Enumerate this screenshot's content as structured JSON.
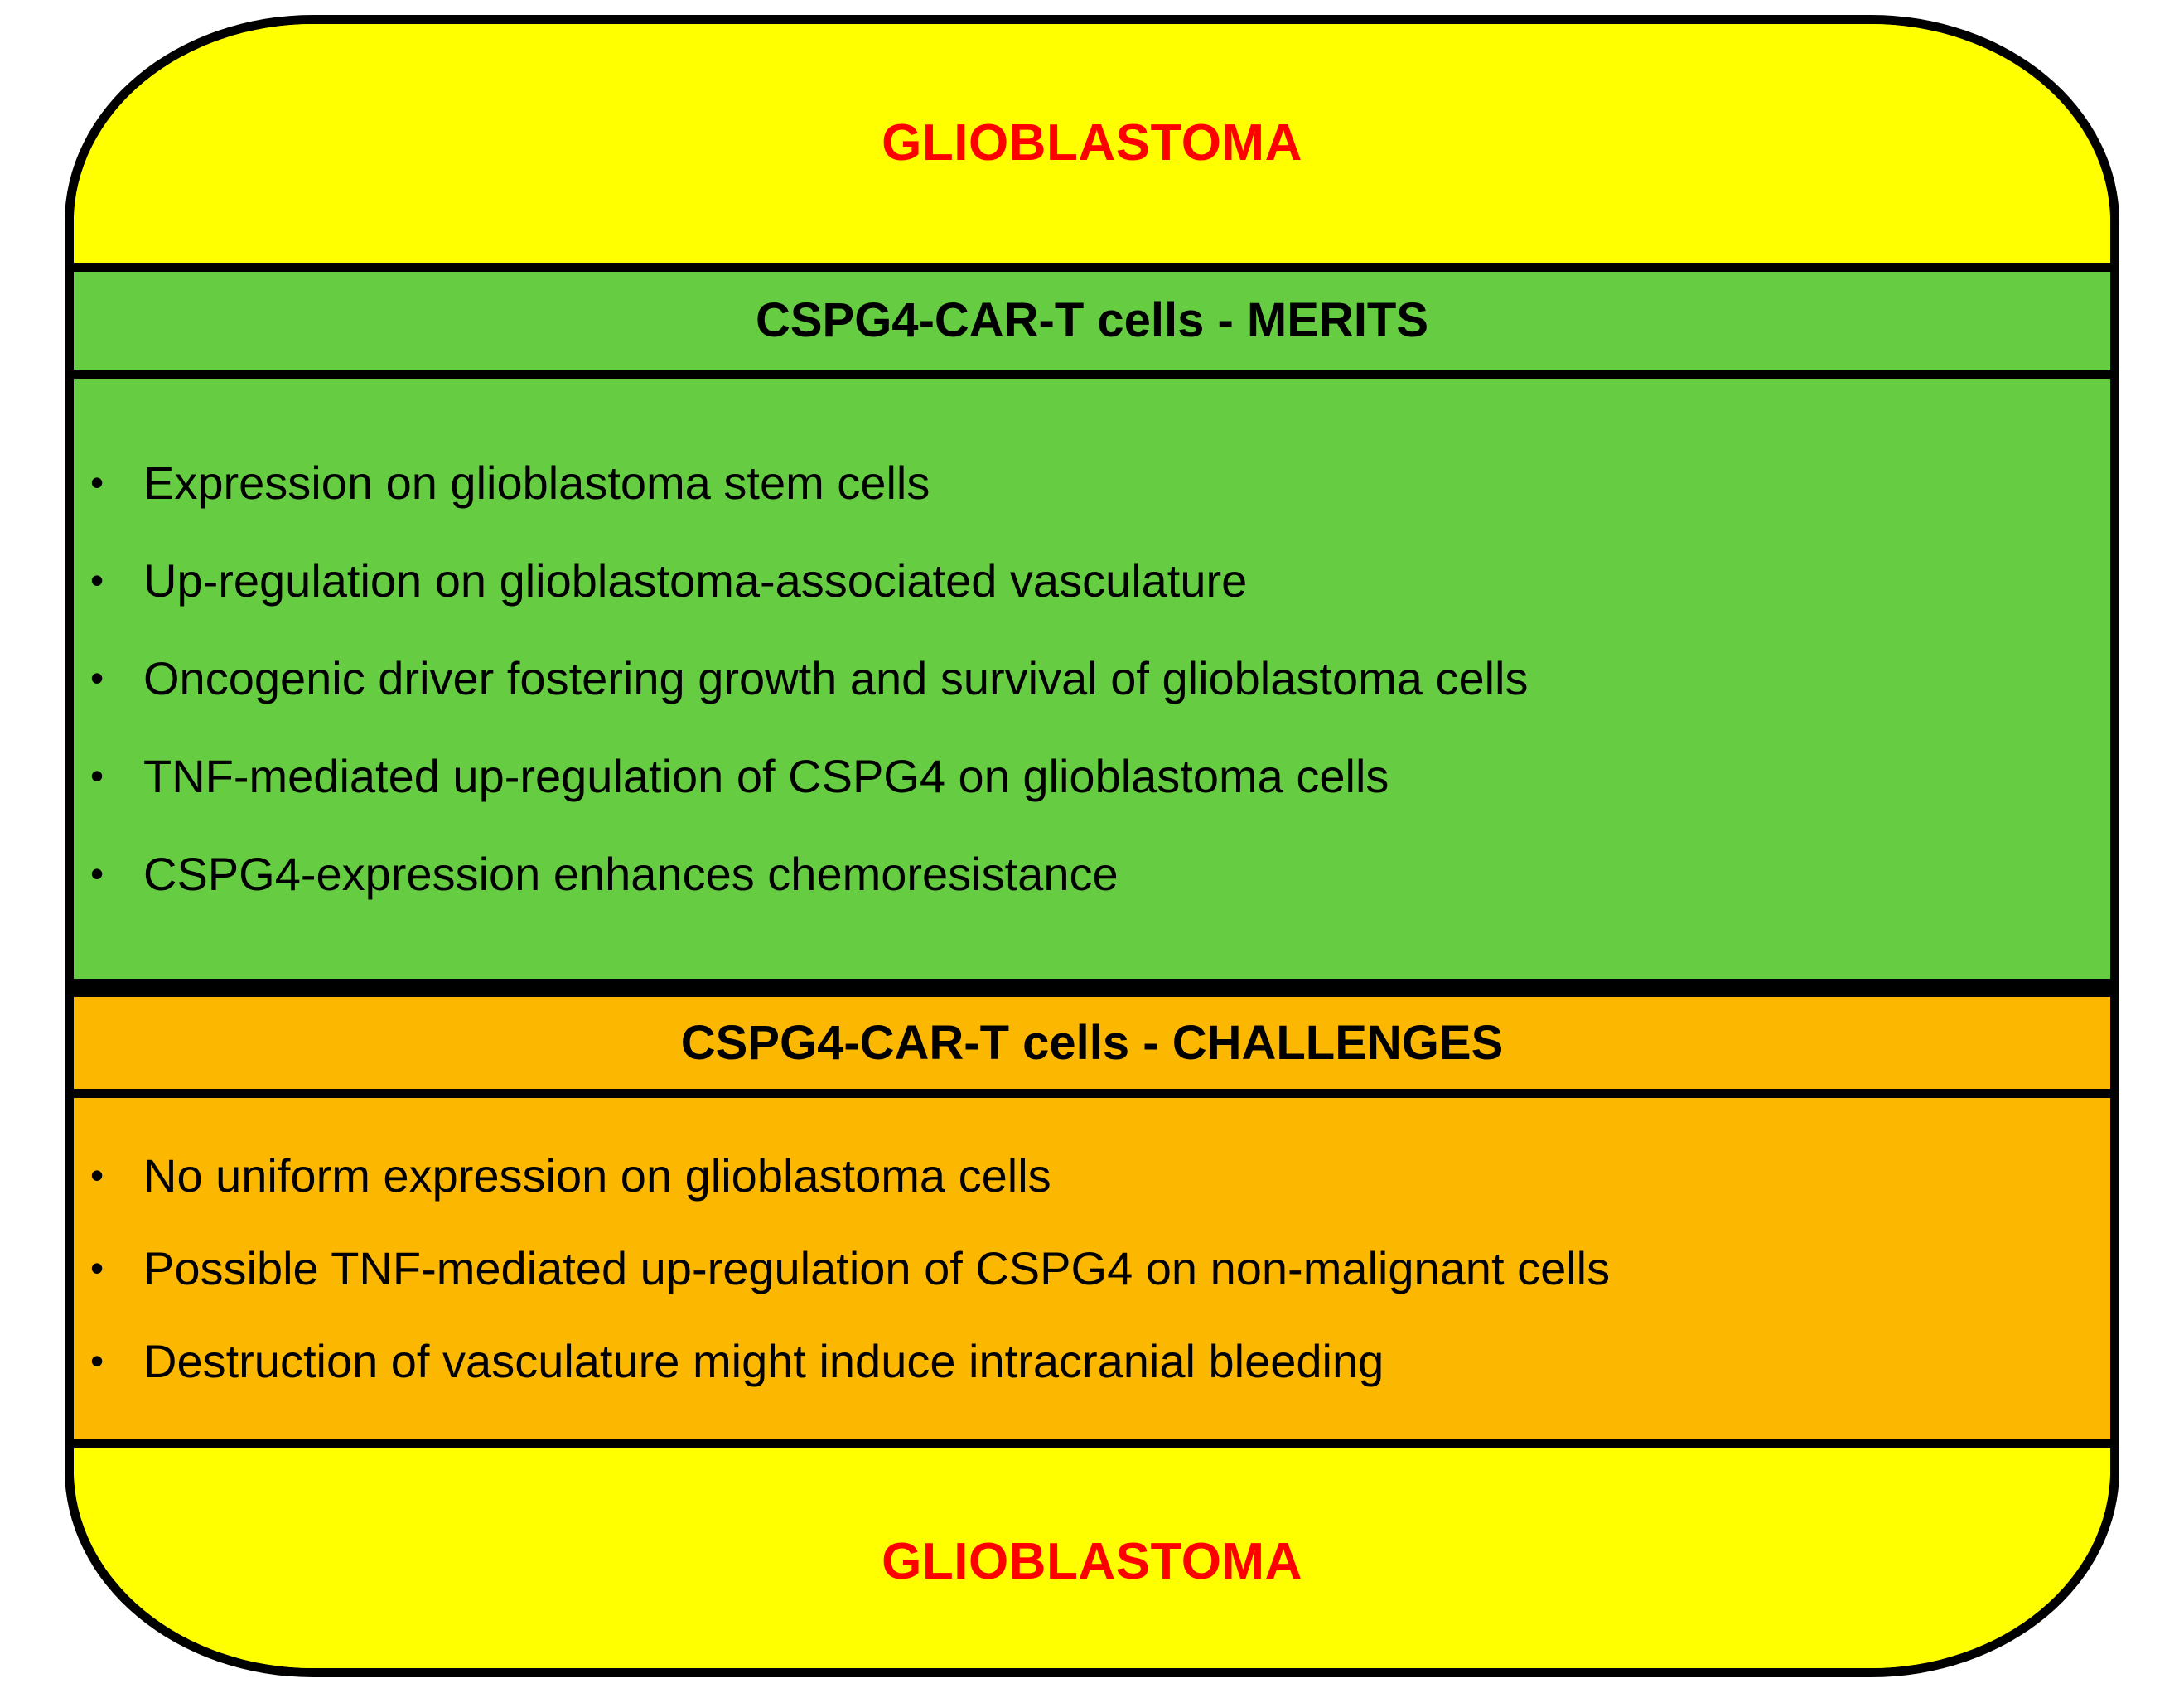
{
  "colors": {
    "outline": "#000000",
    "yellow": "#FFFF00",
    "green": "#66CC41",
    "orange": "#FCB700",
    "title_red": "#FF0000",
    "body_text": "#000000"
  },
  "top_cap": {
    "title": "GLIOBLASTOMA"
  },
  "bottom_cap": {
    "title": "GLIOBLASTOMA"
  },
  "merits": {
    "header": "CSPG4-CAR-T cells - MERITS",
    "bullet_glyph": "•",
    "items": [
      "Expression on glioblastoma  stem cells",
      "Up-regulation  on glioblastoma-associated vasculature",
      "Oncogenic driver fostering growth  and survival of glioblastoma  cells",
      "TNF-mediated up-regulation  of CSPG4 on glioblastoma  cells",
      "CSPG4-expression enhances chemoresistance"
    ]
  },
  "challenges": {
    "header": "CSPG4-CAR-T cells  - CHALLENGES",
    "bullet_glyph": "•",
    "items": [
      "No uniform expression on glioblastoma  cells",
      "Possible TNF-mediated up-regulation  of CSPG4 on non-malignant  cells",
      "Destruction of vasculature might  induce intracranial bleeding"
    ]
  }
}
